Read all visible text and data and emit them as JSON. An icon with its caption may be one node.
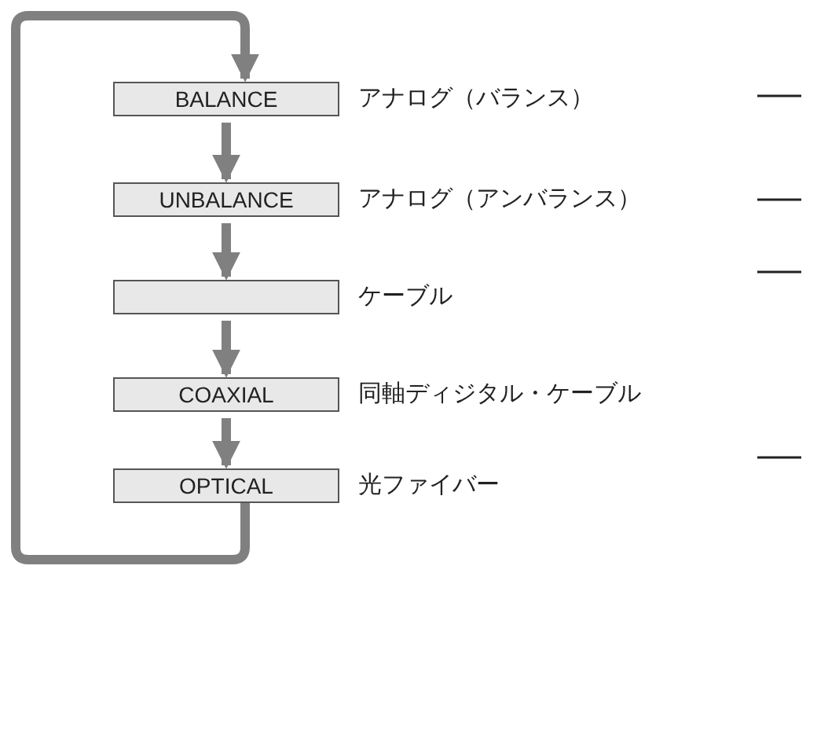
{
  "diagram": {
    "nodes": [
      {
        "text": [
          "BALANCE"
        ],
        "beside": [
          "アナログ（バランス）"
        ]
      },
      {
        "text": [
          "UNBALANCE"
        ],
        "beside": [
          "アナログ（アンバランス）"
        ]
      },
      {
        "text": [],
        "shape": "box",
        "beside": [
          "ケーブル"
        ]
      },
      {
        "text": [
          "COAXIAL"
        ],
        "beside": [
          "同軸ディジタル・ケーブル"
        ]
      },
      {
        "text": [
          "OPTICAL"
        ],
        "beside": [
          "光ファイバー"
        ]
      }
    ],
    "edges": [
      {
        "from": 0,
        "to": 1,
        "arrow": "to"
      },
      {
        "from": 1,
        "to": 2,
        "arrow": "to"
      },
      {
        "from": 2,
        "to": 3,
        "arrow": "to"
      },
      {
        "from": 3,
        "to": 4,
        "arrow": "to"
      },
      {
        "from": 4,
        "to": 0,
        "arrow": "to"
      }
    ]
  }
}
